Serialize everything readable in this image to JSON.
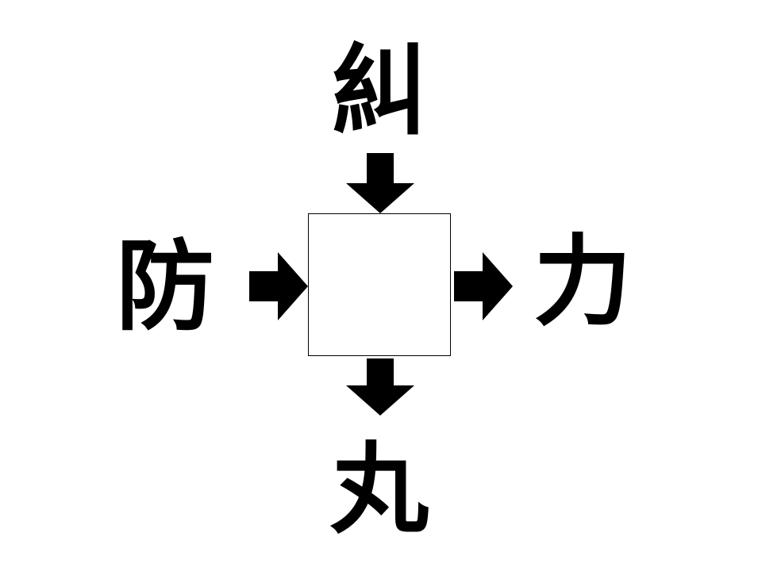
{
  "puzzle": {
    "top": "糾",
    "left": "防",
    "right": "力",
    "bottom": "丸"
  },
  "answer_box": {
    "value": ""
  },
  "colors": {
    "ink": "#000000",
    "background": "#ffffff",
    "box_border": "#000000"
  }
}
